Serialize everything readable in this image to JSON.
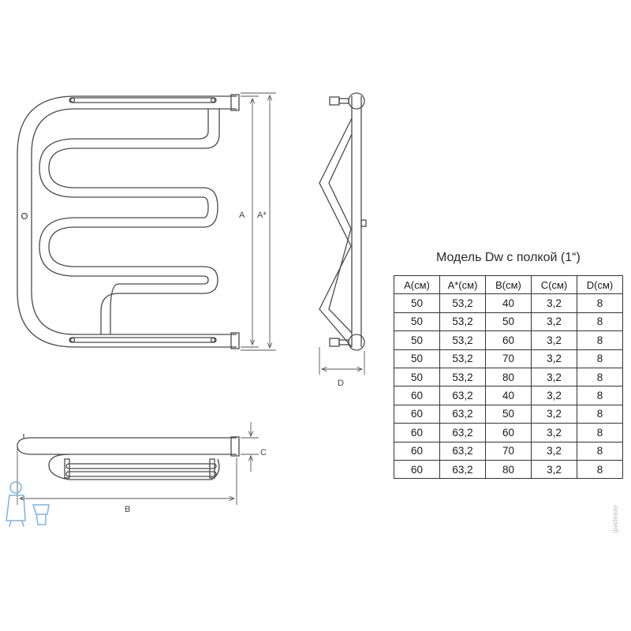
{
  "title": "Модель Dw с полкой (1“)",
  "dimension_labels": {
    "a": "A",
    "a_star": "A*",
    "b": "B",
    "c": "C",
    "d": "D"
  },
  "table": {
    "headers": [
      "A(см)",
      "A*(см)",
      "B(см)",
      "C(см)",
      "D(см)"
    ],
    "rows": [
      [
        "50",
        "53,2",
        "40",
        "3,2",
        "8"
      ],
      [
        "50",
        "53,2",
        "50",
        "3,2",
        "8"
      ],
      [
        "50",
        "53,2",
        "60",
        "3,2",
        "8"
      ],
      [
        "50",
        "53,2",
        "70",
        "3,2",
        "8"
      ],
      [
        "50",
        "53,2",
        "80",
        "3,2",
        "8"
      ],
      [
        "60",
        "63,2",
        "40",
        "3,2",
        "8"
      ],
      [
        "60",
        "63,2",
        "50",
        "3,2",
        "8"
      ],
      [
        "60",
        "63,2",
        "60",
        "3,2",
        "8"
      ],
      [
        "60",
        "63,2",
        "70",
        "3,2",
        "8"
      ],
      [
        "60",
        "63,2",
        "80",
        "3,2",
        "8"
      ]
    ]
  },
  "watermark": "аквариф",
  "colors": {
    "line": "#4a4a4a",
    "logo": "#7fb3e0"
  }
}
